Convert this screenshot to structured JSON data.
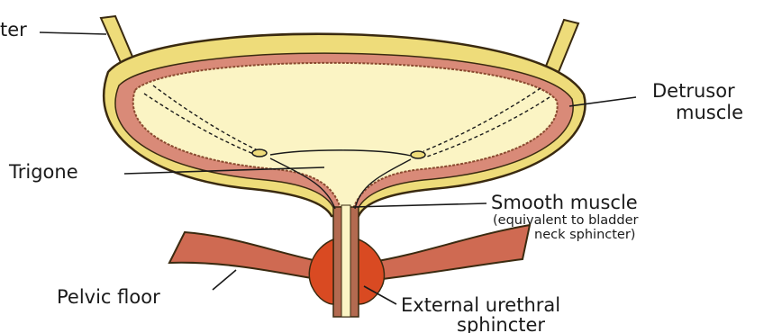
{
  "labels": {
    "ureter": "ter",
    "detrusor_line1": "Detrusor",
    "detrusor_line2": "muscle",
    "trigone": "Trigone",
    "smooth_muscle": "Smooth muscle",
    "smooth_note_line1": "(equivalent to bladder",
    "smooth_note_line2": "neck sphincter)",
    "pelvic_floor": "Pelvic floor",
    "external_line1": "External urethral",
    "external_line2": "sphincter"
  },
  "colors": {
    "outer_serosa": "#eedc7a",
    "outer_stroke": "#3a2a10",
    "muscle_wall": "#d98a78",
    "lumen": "#fbf4c4",
    "pelvic_floor": "#cf6a52",
    "external_sphincter": "#d94a22",
    "urethra": "#b36a50"
  }
}
